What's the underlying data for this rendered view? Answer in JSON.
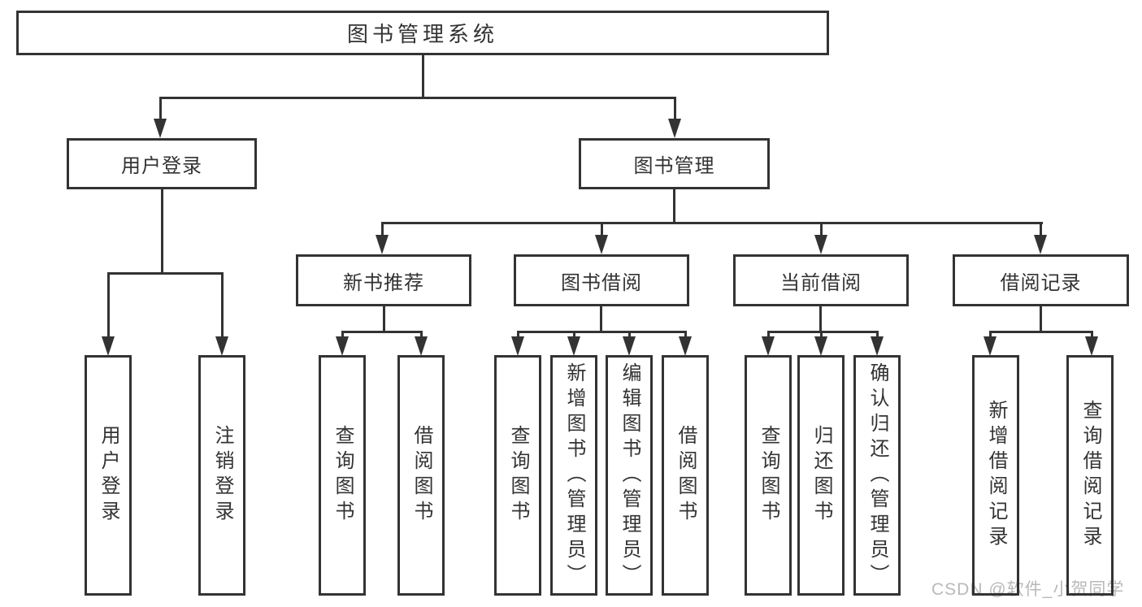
{
  "nodes": {
    "root": "图书管理系统",
    "l2": [
      "用户登录",
      "图书管理"
    ],
    "l3": [
      "新书推荐",
      "图书借阅",
      "当前借阅",
      "借阅记录"
    ],
    "leaves_login": [
      "用户登录",
      "注销登录"
    ],
    "leaves_recommend": [
      "查询图书",
      "借阅图书"
    ],
    "leaves_borrow": [
      "查询图书",
      "新增图书（管理员）",
      "编辑图书（管理员）",
      "借阅图书"
    ],
    "leaves_current": [
      "查询图书",
      "归还图书",
      "确认归还（管理员）"
    ],
    "leaves_records": [
      "新增借阅记录",
      "查询借阅记录"
    ]
  },
  "watermark": "CSDN @软件_小贺同学",
  "colors": {
    "line": "#333333",
    "text": "#333333",
    "watermark": "#b9b9b9",
    "background": "#ffffff"
  }
}
